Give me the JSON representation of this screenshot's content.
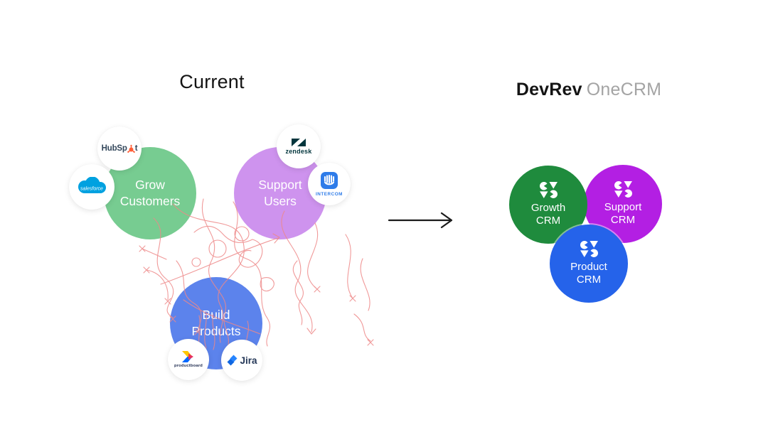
{
  "current": {
    "title": "Current",
    "circles": [
      {
        "id": "grow-customers",
        "label_lines": [
          "Grow",
          "Customers"
        ],
        "color": "#77cc91"
      },
      {
        "id": "support-users",
        "label_lines": [
          "Support",
          "Users"
        ],
        "color": "#ce93ee"
      },
      {
        "id": "build-products",
        "label_lines": [
          "Build",
          "Products"
        ],
        "color": "#5c83ec"
      }
    ],
    "tools": [
      {
        "name": "HubSpot",
        "text_before_sprocket": "HubSp",
        "text_after_sprocket": "t",
        "brand_color": "#ff5c35"
      },
      {
        "name": "salesforce",
        "brand_color": "#00a1e0"
      },
      {
        "name": "zendesk",
        "brand_color": "#03363d"
      },
      {
        "name": "INTERCOM",
        "brand_color": "#2e7ce9"
      },
      {
        "name": "productboard",
        "brand_yellow": "#ffc600",
        "brand_blue": "#0168ff",
        "brand_red": "#e8315f"
      },
      {
        "name": "Jira",
        "brand_blue_light": "#2684ff",
        "brand_blue_dark": "#0f66e0"
      }
    ],
    "tangle_color": "#ee8888"
  },
  "transition_arrow": {
    "color": "#1a1a1a"
  },
  "devrev": {
    "title_primary": "DevRev",
    "title_secondary": "OneCRM",
    "title_secondary_color": "#a4a4a4",
    "circles": [
      {
        "id": "growth-crm",
        "label_lines": [
          "Growth",
          "CRM"
        ],
        "color": "#1f8b3d"
      },
      {
        "id": "support-crm",
        "label_lines": [
          "Support",
          "CRM"
        ],
        "color": "#b31fe3"
      },
      {
        "id": "product-crm",
        "label_lines": [
          "Product",
          "CRM"
        ],
        "color": "#2563ea"
      }
    ]
  }
}
